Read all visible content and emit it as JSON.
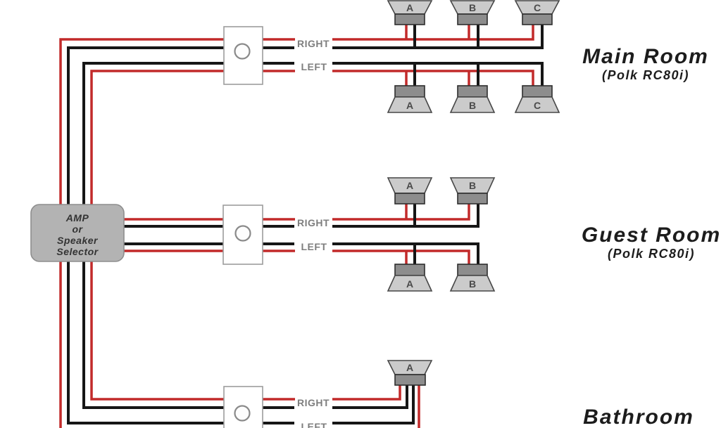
{
  "colors": {
    "wire_red": "#c22a2a",
    "wire_black": "#161616",
    "speaker_body": "#cbcbcb",
    "speaker_terminal": "#8d8d8d",
    "amp_fill": "#b3b3b3",
    "channel_label_gray": "#7e7e7e",
    "background": "#ffffff"
  },
  "amp": {
    "lines": [
      "AMP",
      "or",
      "Speaker",
      "Selector"
    ]
  },
  "wire_labels": {
    "right": "RIGHT",
    "left": "LEFT"
  },
  "rooms": {
    "main": {
      "name": "Main Room",
      "model": "(Polk RC80i)",
      "top": [
        "A",
        "B",
        "C"
      ],
      "bottom": [
        "A",
        "B",
        "C"
      ]
    },
    "guest": {
      "name": "Guest Room",
      "model": "(Polk RC80i)",
      "top": [
        "A",
        "B"
      ],
      "bottom": [
        "A",
        "B"
      ]
    },
    "bath": {
      "name": "Bathroom",
      "top": [
        "A"
      ]
    }
  }
}
